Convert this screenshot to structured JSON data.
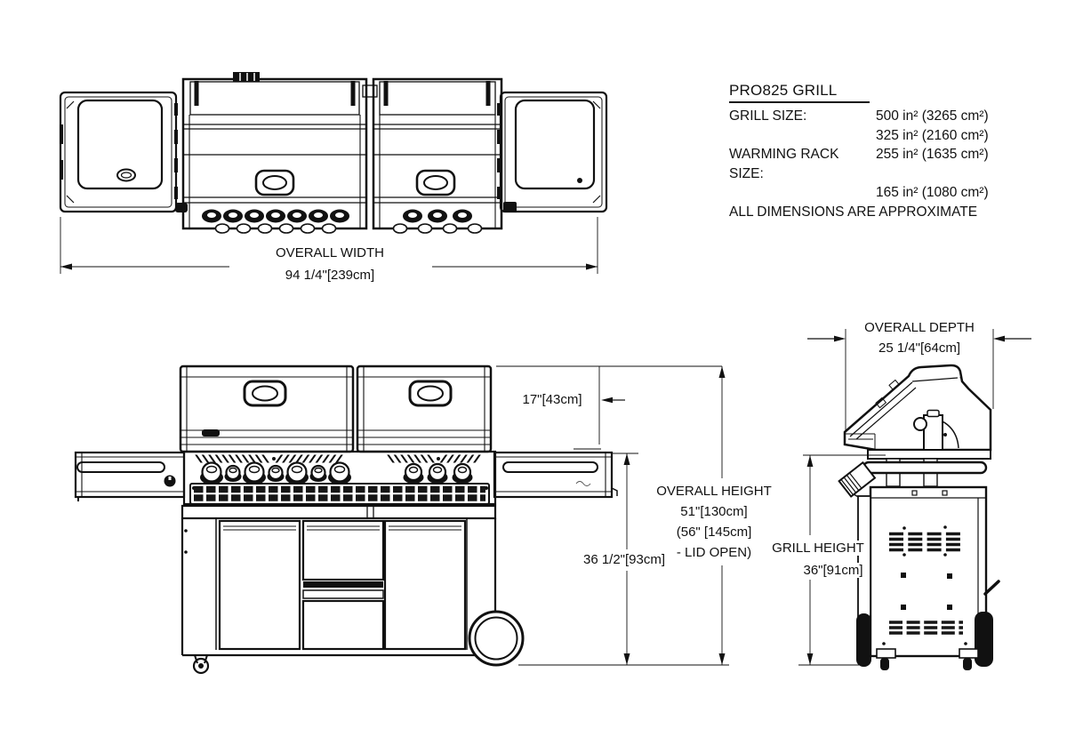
{
  "colors": {
    "ink": "#111111",
    "background": "#ffffff"
  },
  "spec_panel": {
    "title": "PRO825 GRILL",
    "rows": [
      {
        "label": "GRILL SIZE:",
        "value": "500 in² (3265 cm²)"
      },
      {
        "label": "",
        "value": "325 in² (2160 cm²)"
      },
      {
        "label": "WARMING RACK SIZE:",
        "value": "255 in² (1635 cm²)"
      },
      {
        "label": "",
        "value": "165 in² (1080 cm²)"
      }
    ],
    "disclaimer": "ALL DIMENSIONS ARE APPROXIMATE"
  },
  "dimensions": {
    "overall_width": {
      "label": "OVERALL WIDTH",
      "value": "94 1/4\"[239cm]"
    },
    "overall_depth": {
      "label": "OVERALL DEPTH",
      "value": "25 1/4\"[64cm]"
    },
    "lid_height": {
      "value": "17\"[43cm]"
    },
    "cart_height": {
      "value": "36 1/2\"[93cm]"
    },
    "overall_height": {
      "label": "OVERALL HEIGHT",
      "value": "51\"[130cm]",
      "note1": "(56\" [145cm]",
      "note2": "- LID OPEN)"
    },
    "grill_height": {
      "label": "GRILL HEIGHT",
      "value": "36\"[91cm]"
    }
  }
}
